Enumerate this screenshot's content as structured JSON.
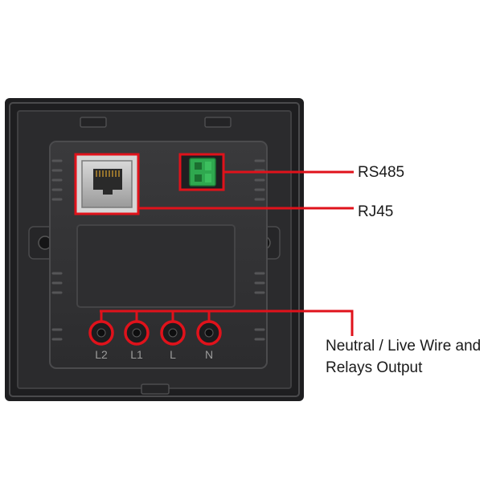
{
  "callouts": {
    "rs485": "RS485",
    "rj45": "RJ45",
    "output_line1": "Neutral / Live Wire and",
    "output_line2": "Relays Output"
  },
  "terminals": [
    "L2",
    "L1",
    "L",
    "N"
  ],
  "colors": {
    "highlight": "#e0121b",
    "panel": "#2a2a2c",
    "connector": "#2fa84f"
  }
}
